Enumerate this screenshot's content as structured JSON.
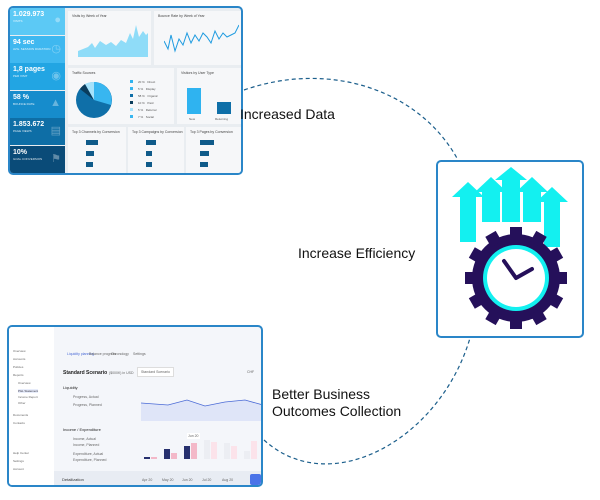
{
  "labels": {
    "increased_data": "Increased Data",
    "increase_efficiency": "Increase Efficiency",
    "better_outcomes_line1": "Better Business",
    "better_outcomes_line2": "Outcomes Collection"
  },
  "colors": {
    "frame_border": "#2a86c8",
    "connector": "#1c5f8c",
    "arrow_cyan": "#13f0f0",
    "gear_navy": "#25105a"
  },
  "icons": [
    "gear-icon",
    "clock-icon",
    "arrow-up-icon"
  ],
  "top_dashboard": {
    "tiles": [
      {
        "value": "1.029.973",
        "label": "Visits"
      },
      {
        "value": "94 sec",
        "label": "Avg. session duration"
      },
      {
        "value": "1,8 pages",
        "label": "Per visit"
      },
      {
        "value": "58 %",
        "label": "Bounce rate"
      },
      {
        "value": "1.853.672",
        "label": "Page views"
      },
      {
        "value": "10%",
        "label": "Goal conversion"
      }
    ],
    "visits_title": "Visits by Week of Year",
    "bounce_title": "Bounce Rate by Week of Year",
    "traffic_title": "Traffic Sources",
    "traffic": [
      {
        "pct": "20 %",
        "name": "Direct"
      },
      {
        "pct": "5 %",
        "name": "Display"
      },
      {
        "pct": "58 %",
        "name": "Organic"
      },
      {
        "pct": "10 %",
        "name": "Paid"
      },
      {
        "pct": "5 %",
        "name": "Referral"
      },
      {
        "pct": "7 %",
        "name": "Social"
      }
    ],
    "visitor_title": "Visitors by User Type",
    "visitor_types": [
      "New",
      "Returning"
    ],
    "channels_title": "Top 3 Channels by Conversion",
    "campaigns_title": "Top 3 Campaigns by Conversion",
    "pages_title": "Top 3 Pages by Conversion"
  },
  "bottom_dashboard": {
    "sidebar": [
      "Overview",
      "Accounts",
      "Policies",
      "Reports",
      "Overview",
      "P&L Statement",
      "Income Report",
      "Other",
      "Documents",
      "Contacts",
      "Help Center",
      "Settings",
      "Account"
    ],
    "tabs": [
      "Liquidity planning",
      "Balance progress",
      "Chronology",
      "Settings"
    ],
    "title": "Standard Scenario",
    "subtitle": "($000K) in USD",
    "scenario_select": "Standard Scenario",
    "currency": "CHF",
    "liquidity_title": "Liquidity",
    "liquidity_legend": [
      "Progress, Actual",
      "Progress, Planned"
    ],
    "income_title": "Income / Expenditure",
    "income_legend": [
      "Income, Actual",
      "Income, Planned",
      "Expenditure, Actual",
      "Expenditure, Planned"
    ],
    "tooltip": "Jun 20",
    "footer_label": "Detailization",
    "months": [
      "Apr 20",
      "May 20",
      "Jun 20",
      "Jul 20",
      "Aug 20"
    ]
  }
}
